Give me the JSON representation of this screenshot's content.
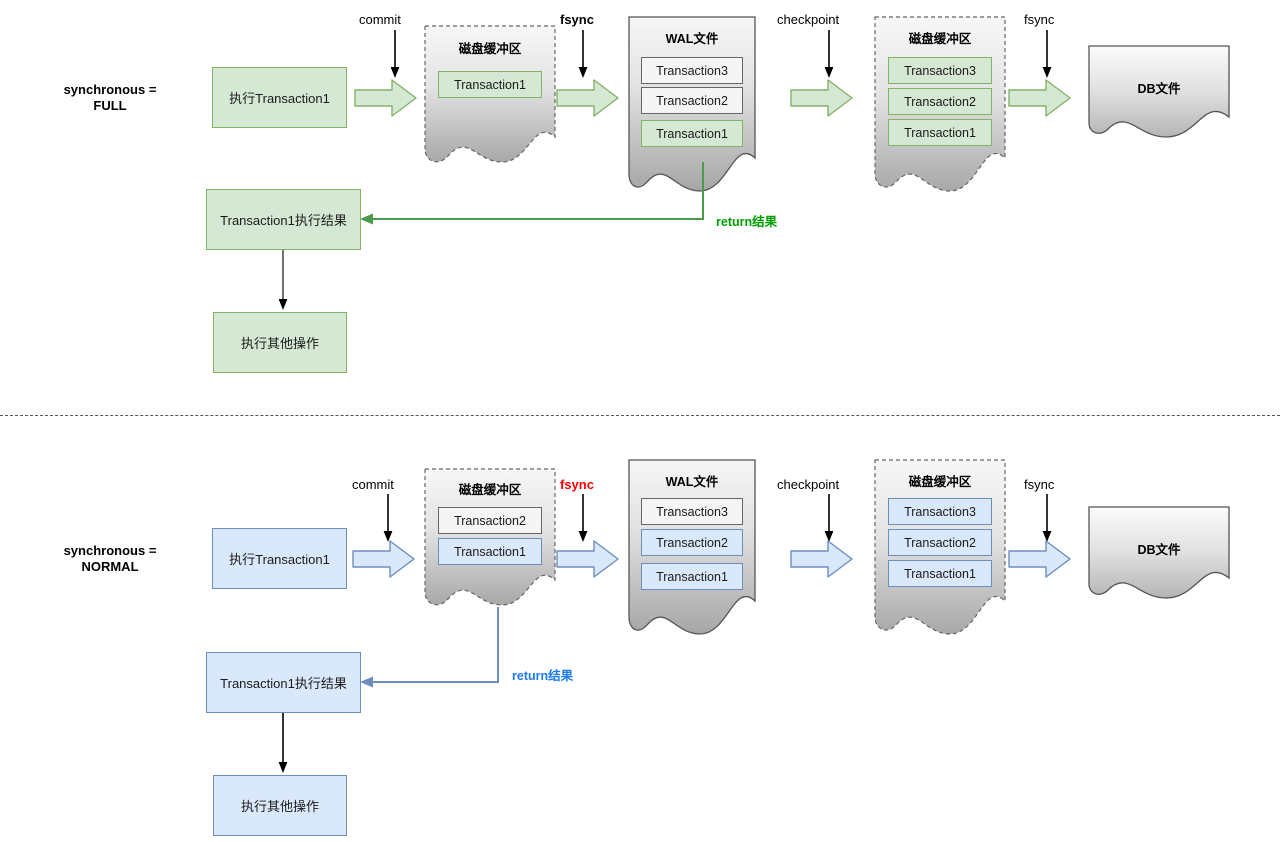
{
  "diagram": {
    "title_hidden": "",
    "colors": {
      "green_fill": "#d5e8d4",
      "green_stroke": "#82b366",
      "blue_fill": "#dae8fc",
      "blue_stroke": "#6c8ebf",
      "gray_fill": "#f5f5f5",
      "gray_stroke": "#666666",
      "return_green": "#00a000",
      "return_blue": "#1f7bf0",
      "fsync_red": "#ff0000",
      "black": "#000000"
    },
    "sections": [
      {
        "id": "full",
        "label": "synchronous =\nFULL",
        "accent": "green",
        "start_box": "执行Transaction1",
        "captions": [
          {
            "text": "commit",
            "bold": false,
            "color": "#000000"
          },
          {
            "text": "fsync",
            "bold": true,
            "color": "#000000"
          },
          {
            "text": "checkpoint",
            "bold": false,
            "color": "#000000"
          },
          {
            "text": "fsync",
            "bold": false,
            "color": "#000000"
          }
        ],
        "buffer1": {
          "title": "磁盘缓冲区",
          "items": [
            {
              "label": "Transaction1",
              "style": "green"
            }
          ]
        },
        "wal": {
          "title": "WAL文件",
          "items": [
            {
              "label": "Transaction3",
              "style": "gray"
            },
            {
              "label": "Transaction2",
              "style": "gray"
            },
            {
              "label": "Transaction1",
              "style": "green"
            }
          ]
        },
        "buffer2": {
          "title": "磁盘缓冲区",
          "items": [
            {
              "label": "Transaction3",
              "style": "green"
            },
            {
              "label": "Transaction2",
              "style": "green"
            },
            {
              "label": "Transaction1",
              "style": "green"
            }
          ]
        },
        "db": {
          "title": "DB文件"
        },
        "return_label": "return结果",
        "result_box": "Transaction1执行结果",
        "next_box": "执行其他操作"
      },
      {
        "id": "normal",
        "label": "synchronous =\nNORMAL",
        "accent": "blue",
        "start_box": "执行Transaction1",
        "captions": [
          {
            "text": "commit",
            "bold": false,
            "color": "#000000"
          },
          {
            "text": "fsync",
            "bold": true,
            "color": "#ff0000"
          },
          {
            "text": "checkpoint",
            "bold": false,
            "color": "#000000"
          },
          {
            "text": "fsync",
            "bold": false,
            "color": "#000000"
          }
        ],
        "buffer1": {
          "title": "磁盘缓冲区",
          "items": [
            {
              "label": "Transaction2",
              "style": "gray"
            },
            {
              "label": "Transaction1",
              "style": "blue"
            }
          ]
        },
        "wal": {
          "title": "WAL文件",
          "items": [
            {
              "label": "Transaction3",
              "style": "gray"
            },
            {
              "label": "Transaction2",
              "style": "blue"
            },
            {
              "label": "Transaction1",
              "style": "blue"
            }
          ]
        },
        "buffer2": {
          "title": "磁盘缓冲区",
          "items": [
            {
              "label": "Transaction3",
              "style": "blue"
            },
            {
              "label": "Transaction2",
              "style": "blue"
            },
            {
              "label": "Transaction1",
              "style": "blue"
            }
          ]
        },
        "db": {
          "title": "DB文件"
        },
        "return_label": "return结果",
        "result_box": "Transaction1执行结果",
        "next_box": "执行其他操作"
      }
    ]
  }
}
